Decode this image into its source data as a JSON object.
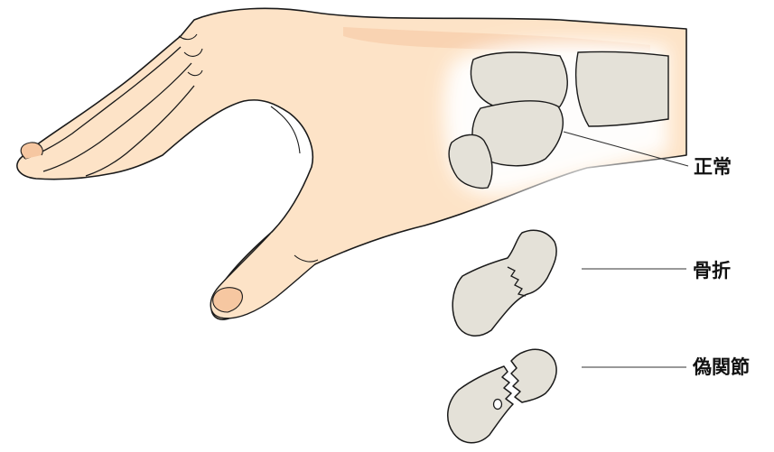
{
  "labels": {
    "normal": "正常",
    "fracture": "骨折",
    "pseudarthrosis": "偽関節"
  },
  "colors": {
    "skin": "#fde3c7",
    "skin_shade": "#f6c7a1",
    "bone": "#e4e1d8",
    "outline": "#1a1a1a",
    "leader_line": "#333333"
  }
}
